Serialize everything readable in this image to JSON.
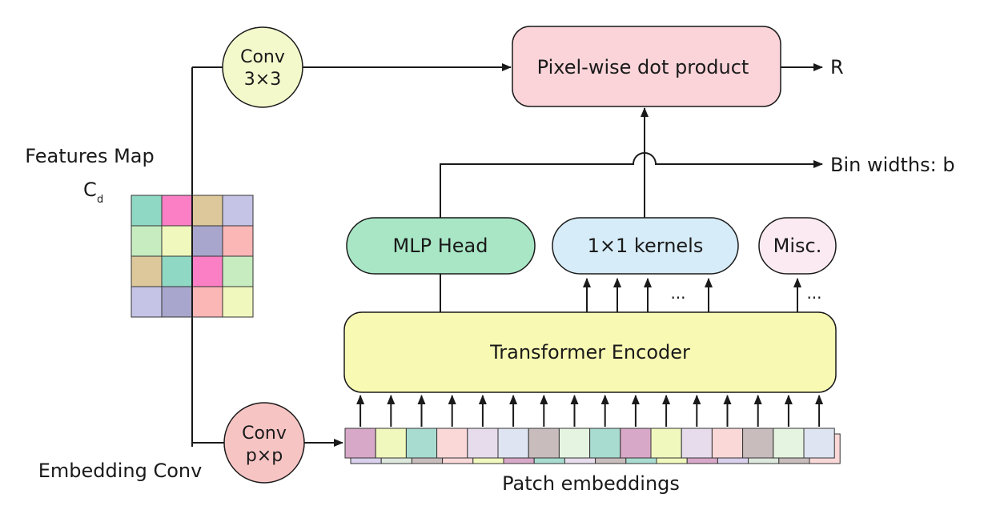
{
  "labels": {
    "features_map": "Features Map",
    "features_map_symbol": "C",
    "features_map_subscript": "d",
    "conv3_line1": "Conv",
    "conv3_line2": "3×3",
    "convp_line1": "Conv",
    "convp_line2": "p×p",
    "embedding_conv": "Embedding Conv",
    "patch_embeddings": "Patch embeddings",
    "transformer_encoder": "Transformer Encoder",
    "mlp_head": "MLP Head",
    "kernels": "1×1 kernels",
    "misc": "Misc.",
    "kernels_ellipsis": "...",
    "misc_ellipsis": "...",
    "dot_product": "Pixel-wise dot product",
    "output_r": "R",
    "bin_widths": "Bin widths: b"
  },
  "colors": {
    "dot_product": "#fad4d9",
    "transformer": "#f8f9b3",
    "mlp_head": "#a8e6c5",
    "kernels": "#d6ecf8",
    "misc": "#fbeaf1",
    "conv3": "#f4f9cc",
    "convp": "#f7c4c4"
  },
  "feature_grid": [
    [
      "#8fd9c4",
      "#fb7fc4",
      "#dcc89a",
      "#c5c3e6"
    ],
    [
      "#c6ecc0",
      "#f1f8bd",
      "#a8a6cc",
      "#fbb6b6"
    ],
    [
      "#dcc89a",
      "#8fd9c4",
      "#fb7fc4",
      "#c6ecc0"
    ],
    [
      "#c5c3e6",
      "#a8a6cc",
      "#fbb6b6",
      "#f1f8bd"
    ]
  ],
  "patch_colors": [
    "#d8a8c8",
    "#f1f8bd",
    "#a8dcd0",
    "#fbd8d8",
    "#e6dcec",
    "#dfe4f2",
    "#c9bcbc",
    "#e5f4e0",
    "#a8dcd0",
    "#d8a8c8",
    "#f1f8bd",
    "#e6dcec",
    "#fbd8d8",
    "#c9bcbc",
    "#e5f4e0",
    "#dfe4f2"
  ],
  "patch_back_colors": [
    "#d8d0ec",
    "#dce8dc",
    "#c9bcbc",
    "#fbd8d8",
    "#f1f8bd",
    "#d8a8c8",
    "#a8dcd0",
    "#e6dcec",
    "#c9bcbc",
    "#a8dcd0",
    "#f1f8bd",
    "#d8a8c8"
  ]
}
